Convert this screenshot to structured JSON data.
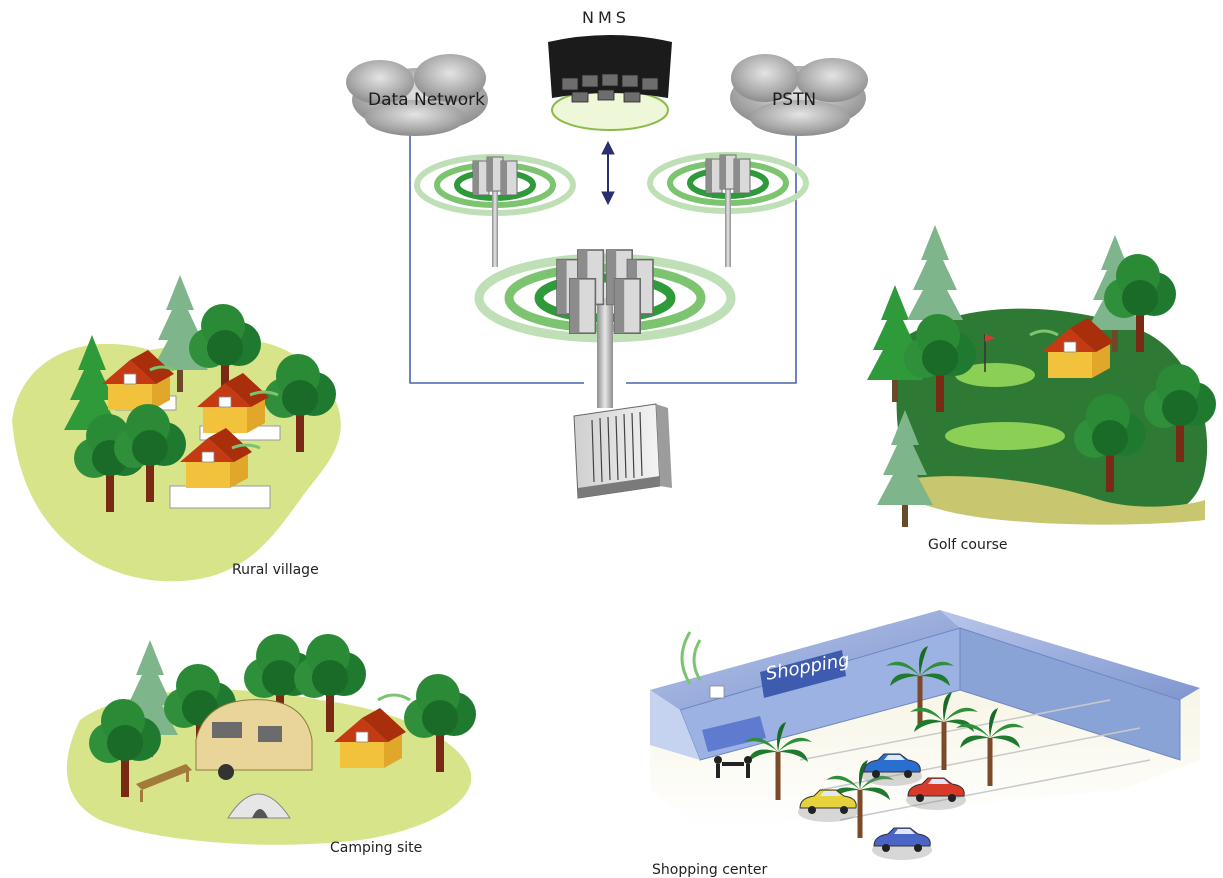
{
  "top": {
    "nms_label": "NMS",
    "data_network_label": "Data Network",
    "pstn_label": "PSTN"
  },
  "sites": {
    "rural_village": "Rural village",
    "golf_course": "Golf course",
    "camping_site": "Camping site",
    "shopping_center": "Shopping center",
    "shopping_sign": "Shopping"
  },
  "colors": {
    "link_line": "#4a64b0",
    "arrow": "#2b2f6e",
    "ground_light": "#d8e48a",
    "ground_dark": "#2e7a34",
    "cloud": "#9a9a9a",
    "ring_green": "#3aa23f",
    "building_blue": "#8aa3d6",
    "roof_red": "#c43a12",
    "house_yellow": "#f2c23c"
  }
}
